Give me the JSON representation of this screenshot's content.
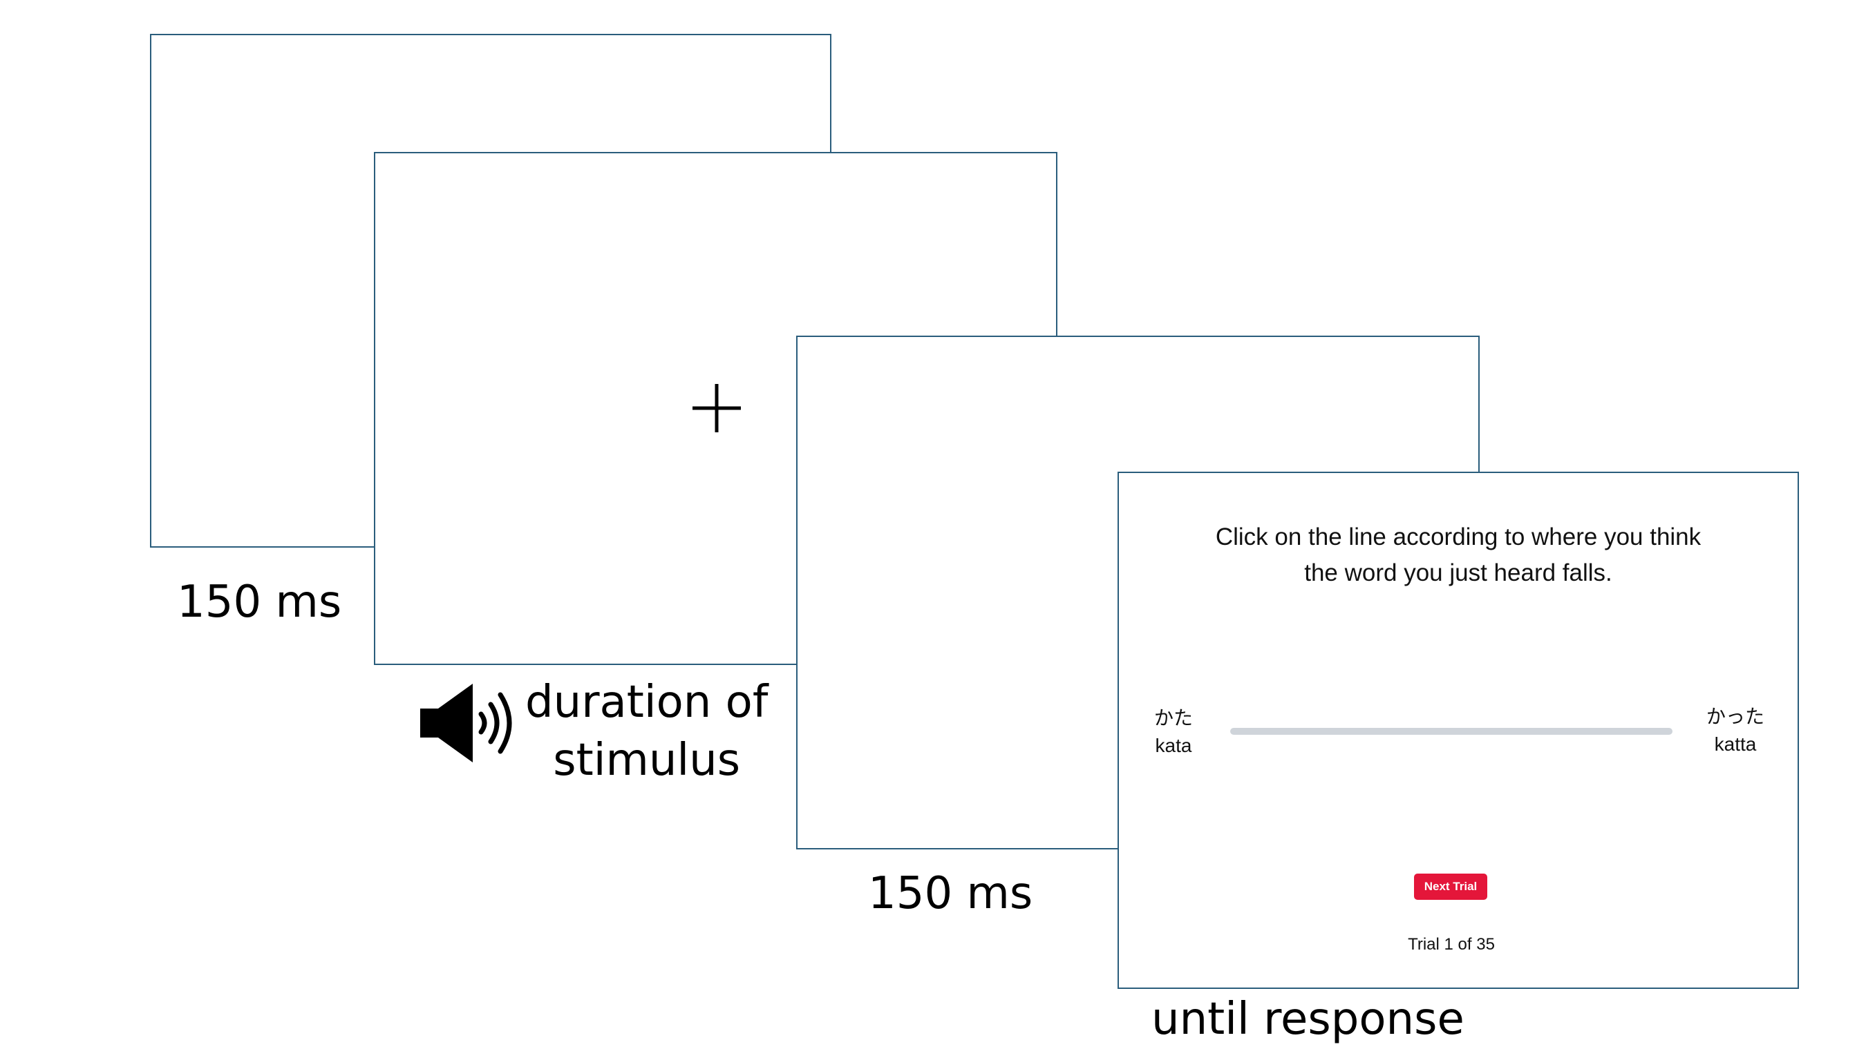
{
  "frames": {
    "blank_1": {
      "caption": "150 ms"
    },
    "fixation": {
      "caption_line1": "duration of",
      "caption_line2": "stimulus",
      "audio_icon": "speaker-volume-icon"
    },
    "blank_2": {
      "caption": "150 ms"
    },
    "response": {
      "caption": "until response",
      "instruction_line1": "Click on the line according to where you think",
      "instruction_line2": "the word you just heard falls.",
      "left_anchor": {
        "kana": "かた",
        "romaji": "kata"
      },
      "right_anchor": {
        "kana": "かった",
        "romaji": "katta"
      },
      "next_button": "Next Trial",
      "trial_counter": "Trial 1 of 35"
    }
  },
  "colors": {
    "frame_border": "#2a5d7c",
    "button": "#e4163a",
    "slider_track": "#cfd4da"
  }
}
